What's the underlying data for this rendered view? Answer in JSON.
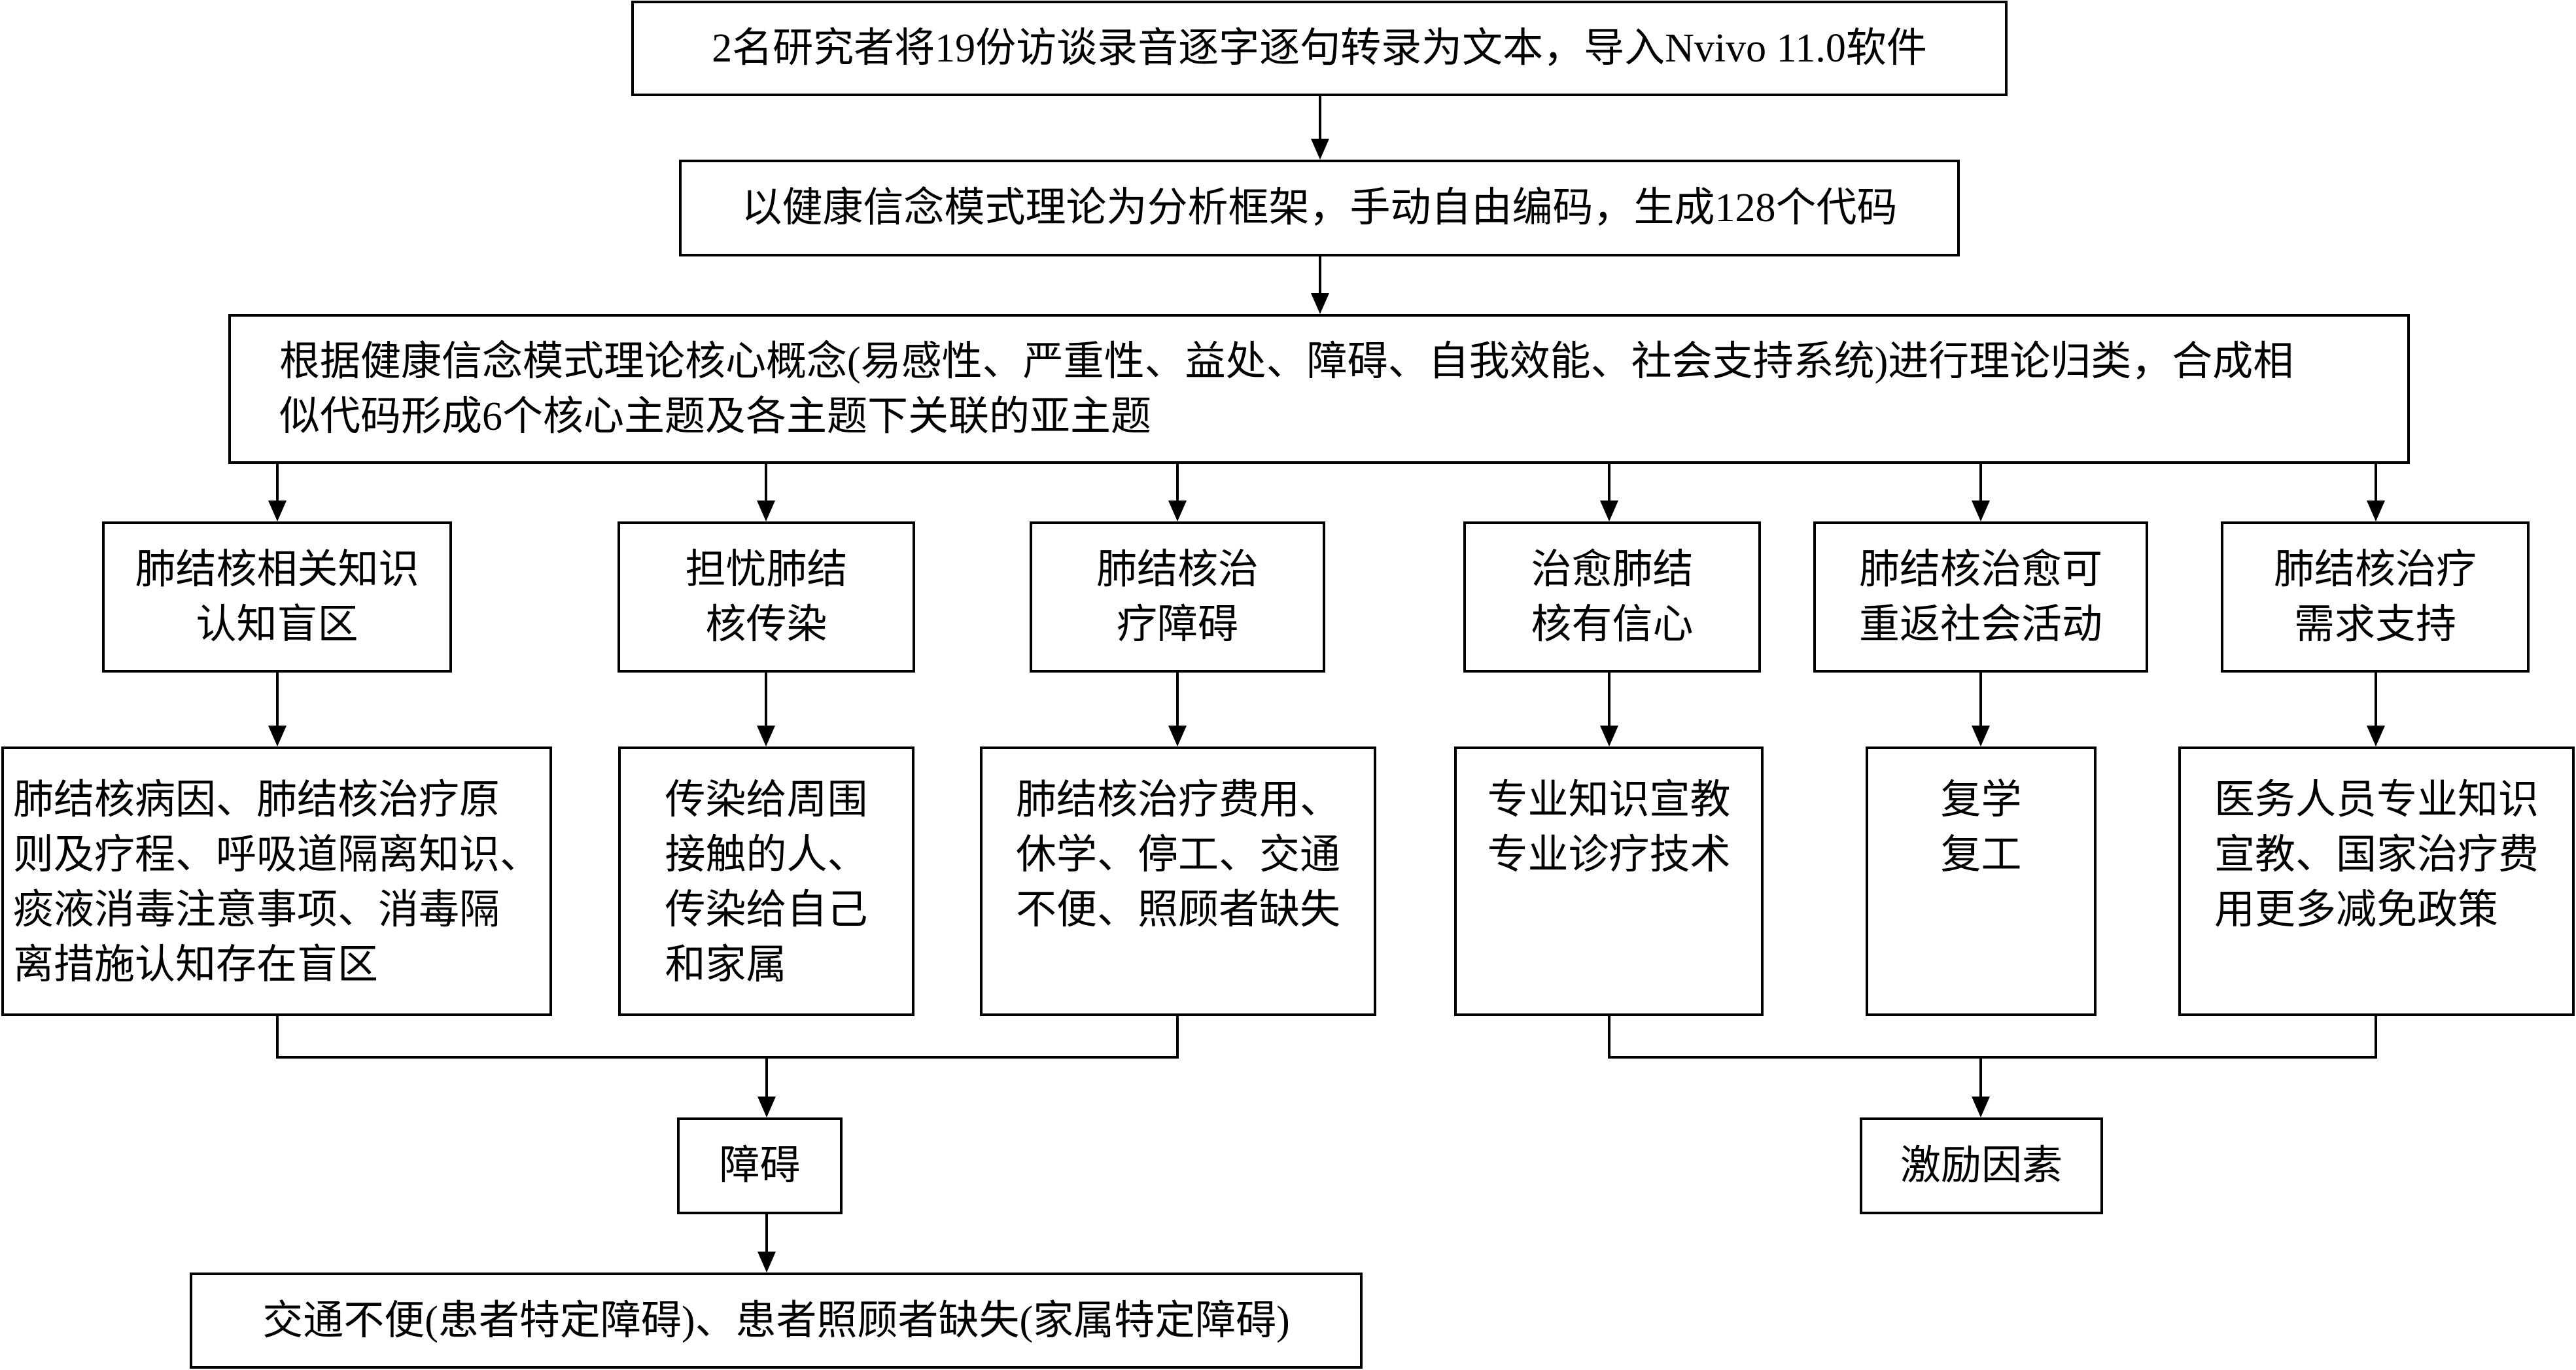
{
  "diagram": {
    "step1": {
      "text": "2名研究者将19份访谈录音逐字逐句转录为文本，导入Nvivo 11.0软件"
    },
    "step2": {
      "text": "以健康信念模式理论为分析框架，手动自由编码，生成128个代码"
    },
    "step3": {
      "lines": [
        "根据健康信念模式理论核心概念(易感性、严重性、益处、障碍、自我效能、社会支持系统)进行理论归类，合成相",
        "似代码形成6个核心主题及各主题下关联的亚主题"
      ]
    },
    "themes": [
      {
        "lines": [
          "肺结核相关知识",
          "认知盲区"
        ]
      },
      {
        "lines": [
          "担忧肺结",
          "核传染"
        ]
      },
      {
        "lines": [
          "肺结核治",
          "疗障碍"
        ]
      },
      {
        "lines": [
          "治愈肺结",
          "核有信心"
        ]
      },
      {
        "lines": [
          "肺结核治愈可",
          "重返社会活动"
        ]
      },
      {
        "lines": [
          "肺结核治疗",
          "需求支持"
        ]
      }
    ],
    "subthemes": [
      {
        "lines": [
          "肺结核病因、肺结核治疗原",
          "则及疗程、呼吸道隔离知识、",
          "痰液消毒注意事项、消毒隔",
          "离措施认知存在盲区"
        ]
      },
      {
        "lines": [
          "传染给周围",
          "接触的人、",
          "传染给自己",
          "和家属"
        ]
      },
      {
        "lines": [
          "肺结核治疗费用、",
          "休学、停工、交通",
          "不便、照顾者缺失"
        ]
      },
      {
        "lines": [
          "专业知识宣教",
          "专业诊疗技术"
        ]
      },
      {
        "lines": [
          "复学",
          "复工"
        ]
      },
      {
        "lines": [
          "医务人员专业知识",
          "宣教、国家治疗费",
          "用更多减免政策"
        ]
      }
    ],
    "barriers": {
      "label": "障碍",
      "detail": "交通不便(患者特定障碍)、患者照顾者缺失(家属特定障碍)"
    },
    "motivators": {
      "label": "激励因素"
    }
  }
}
